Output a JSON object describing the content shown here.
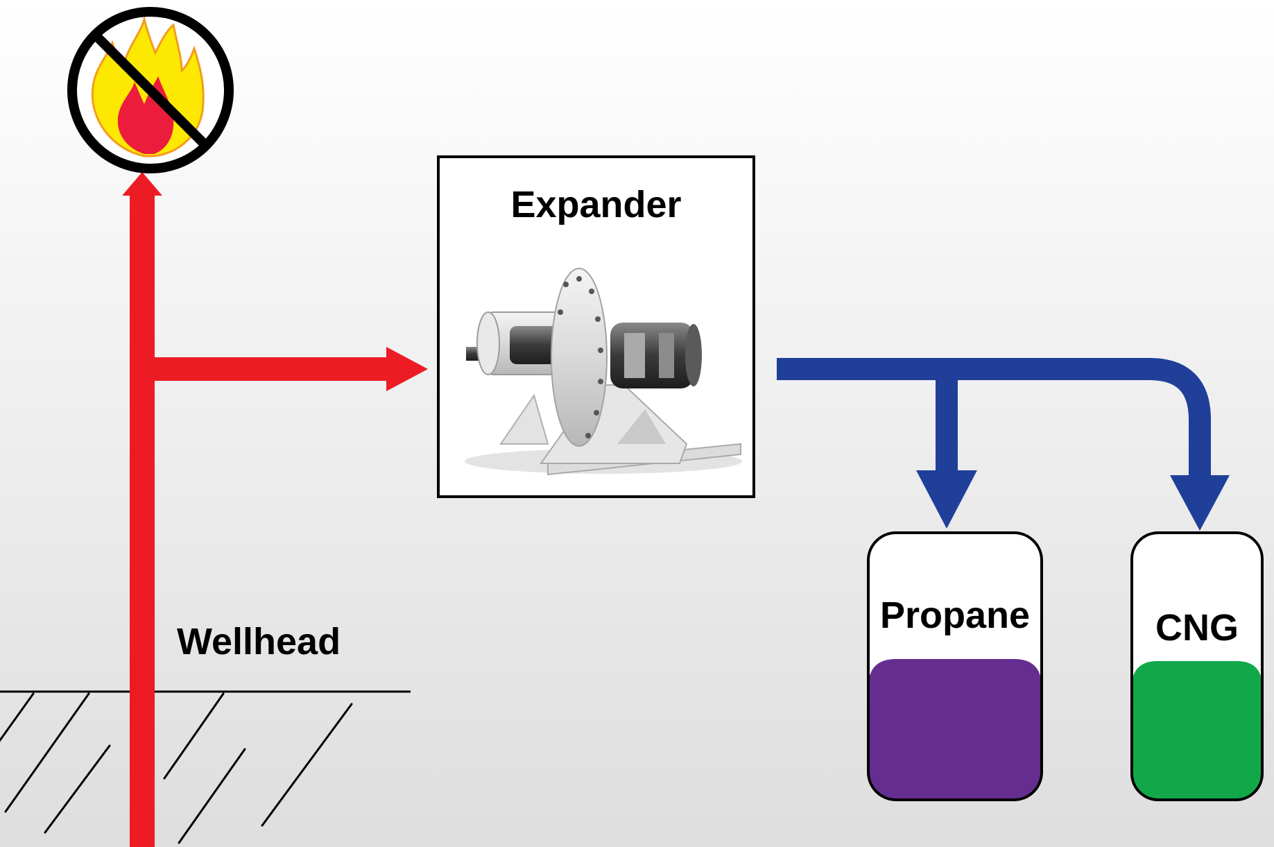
{
  "labels": {
    "expander": "Expander",
    "wellhead": "Wellhead",
    "propane": "Propane",
    "cng": "CNG"
  },
  "colors": {
    "gas_line": "#ed1c24",
    "product_line": "#1f3f99",
    "propane_fill": "#662d91",
    "cng_fill": "#12a84a",
    "flame_outer": "#fde802",
    "flame_inner": "#ec1c3c",
    "flame_outline": "#f39c1f"
  },
  "icons": {
    "no_flare": "no-flare-icon",
    "expander_machine": "expander-machine-icon"
  }
}
